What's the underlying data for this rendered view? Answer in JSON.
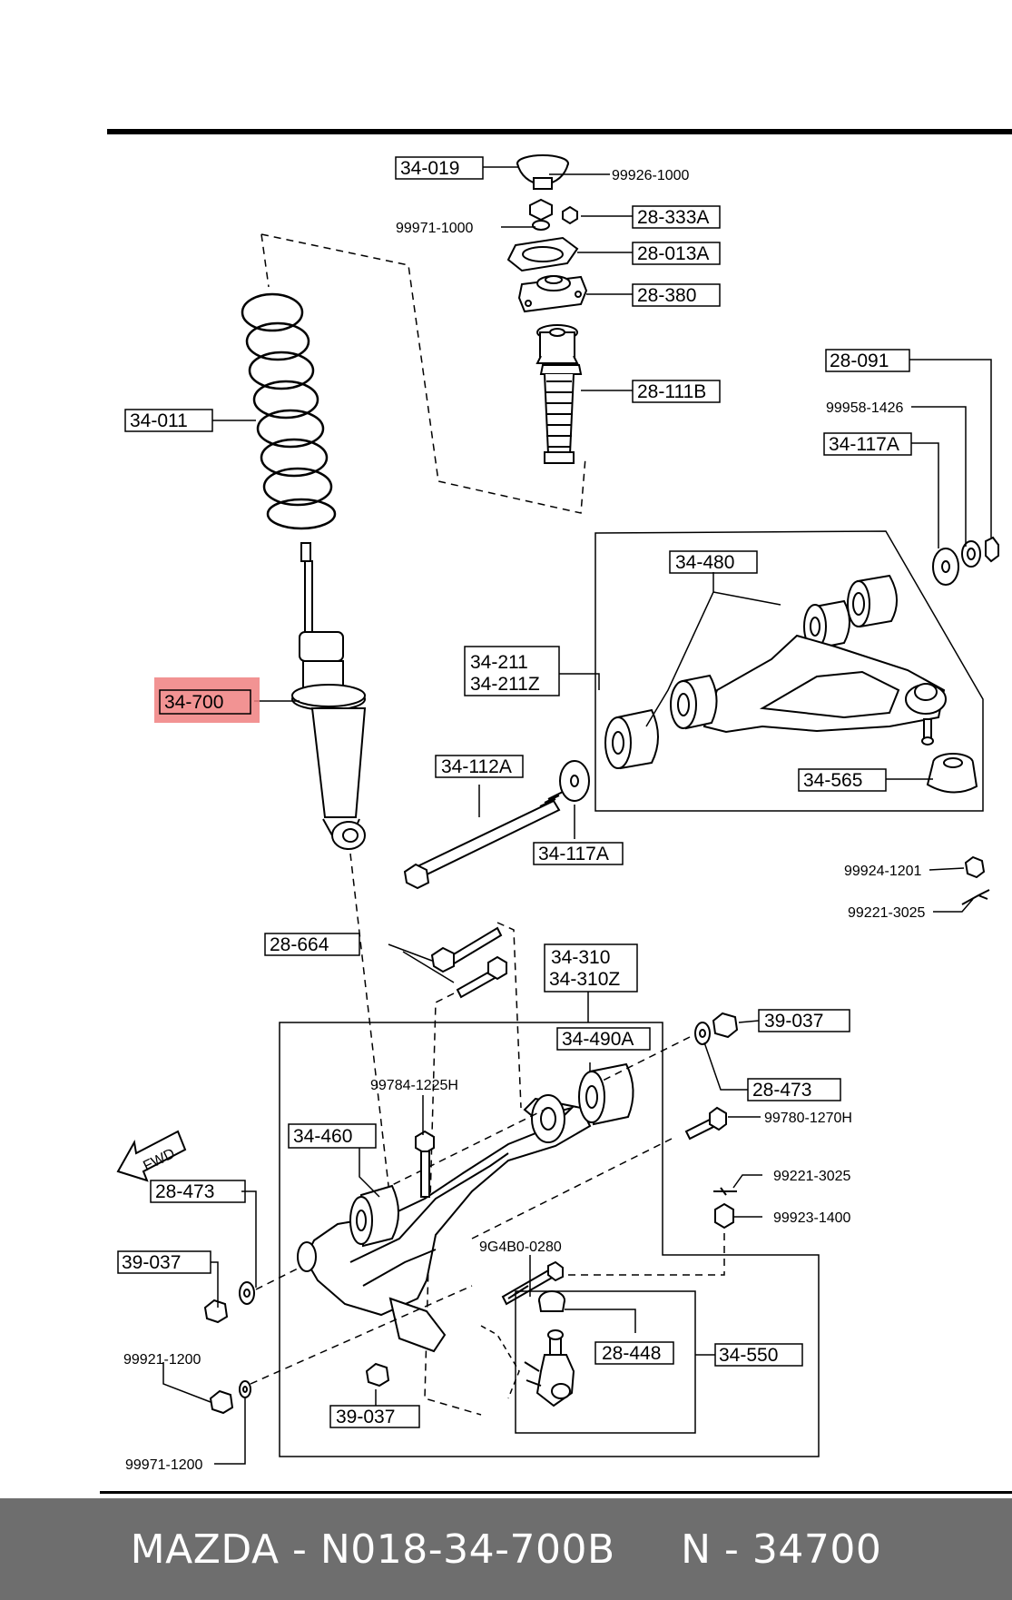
{
  "highlight_color": "#f08080",
  "labels": {
    "l_34_019": "34-019",
    "l_99926_1000": "99926-1000",
    "l_99971_1000": "99971-1000",
    "l_28_333A": "28-333A",
    "l_28_013A": "28-013A",
    "l_28_380": "28-380",
    "l_28_111B": "28-111B",
    "l_34_011": "34-011",
    "l_28_091": "28-091",
    "l_99958_1426": "99958-1426",
    "l_34_117A_top": "34-117A",
    "l_34_480": "34-480",
    "l_34_211": "34-211",
    "l_34_211Z": "34-211Z",
    "l_34_700": "34-700",
    "l_34_112A": "34-112A",
    "l_34_565": "34-565",
    "l_34_117A_bot": "34-117A",
    "l_99924_1201": "99924-1201",
    "l_99221_3025_a": "99221-3025",
    "l_28_664": "28-664",
    "l_34_310": "34-310",
    "l_34_310Z": "34-310Z",
    "l_39_037_r": "39-037",
    "l_34_490A": "34-490A",
    "l_28_473_r": "28-473",
    "l_99784_1225H": "99784-1225H",
    "l_99780_1270H": "99780-1270H",
    "l_34_460": "34-460",
    "l_fwd": "FWD",
    "l_28_473_l": "28-473",
    "l_99221_3025_b": "99221-3025",
    "l_99923_1400": "99923-1400",
    "l_9G4B0_0280": "9G4B0-0280",
    "l_39_037_l": "39-037",
    "l_28_448": "28-448",
    "l_34_550": "34-550",
    "l_99921_1200": "99921-1200",
    "l_39_037_b": "39-037",
    "l_99971_1200": "99971-1200"
  },
  "footer": {
    "text": "MAZDA - N018-34-700B     N - 34700"
  }
}
